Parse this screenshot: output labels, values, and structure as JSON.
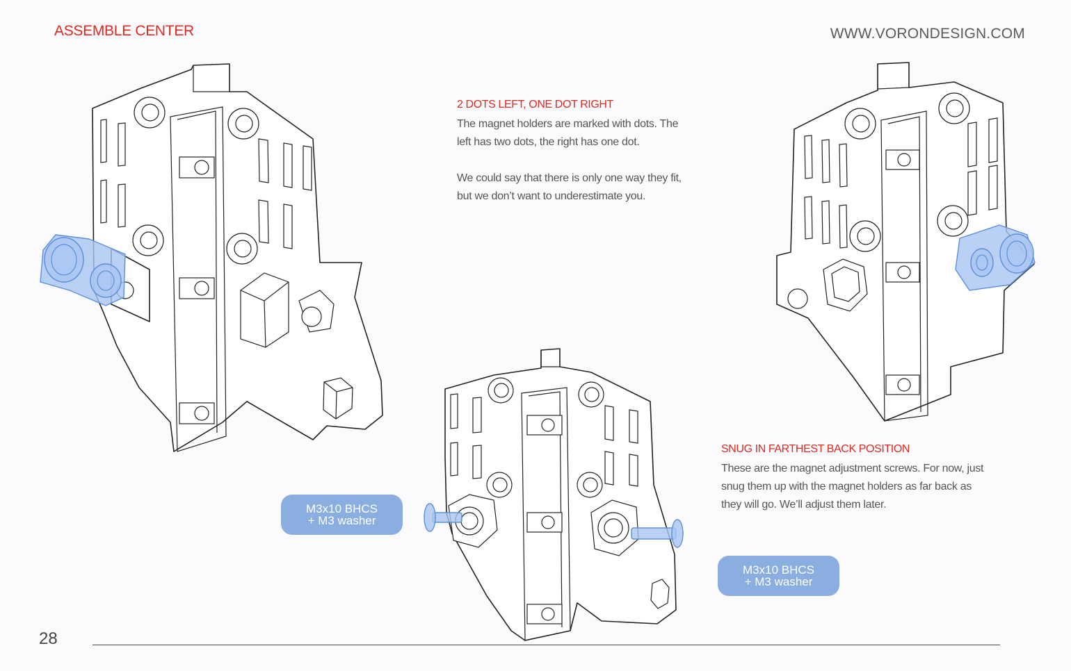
{
  "header": {
    "section_title": "ASSEMBLE CENTER",
    "site_url": "WWW.VORONDESIGN.COM"
  },
  "notes": {
    "dots": {
      "heading": "2 DOTS LEFT, ONE DOT RIGHT",
      "paragraphs": [
        "The magnet holders are marked with dots. The left has two dots, the right has one dot.",
        "We could say that there is only one way they fit, but we don’t want to underestimate you."
      ]
    },
    "snug": {
      "heading": "SNUG IN FARTHEST BACK POSITION",
      "paragraphs": [
        "These are the magnet adjustment screws. For now, just snug them up with the magnet holders as far back as they will go. We’ll adjust them later."
      ]
    }
  },
  "callouts": [
    {
      "line1": "M3x10 BHCS",
      "line2": "+ M3 washer"
    },
    {
      "line1": "M3x10 BHCS",
      "line2": "+ M3 washer"
    }
  ],
  "footer": {
    "page_number": "28"
  },
  "colors": {
    "accent_red": "#e0281f",
    "callout_blue": "#8aaedf",
    "highlight_blue": "#a9c6f2",
    "text_gray": "#555555"
  }
}
